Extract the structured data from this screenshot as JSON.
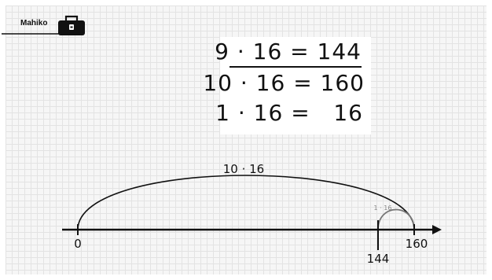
{
  "author": {
    "name": "Mahiko",
    "icon": "toolbox-icon"
  },
  "equations": {
    "line1": "9 · 16 = 144",
    "line2": "10 · 16 = 160",
    "line3": "1 · 16 =   16"
  },
  "number_line": {
    "big_arc_label": "10 · 16",
    "small_arc_label": "1 · 16",
    "tick_labels": [
      "0",
      "144",
      "160"
    ]
  }
}
